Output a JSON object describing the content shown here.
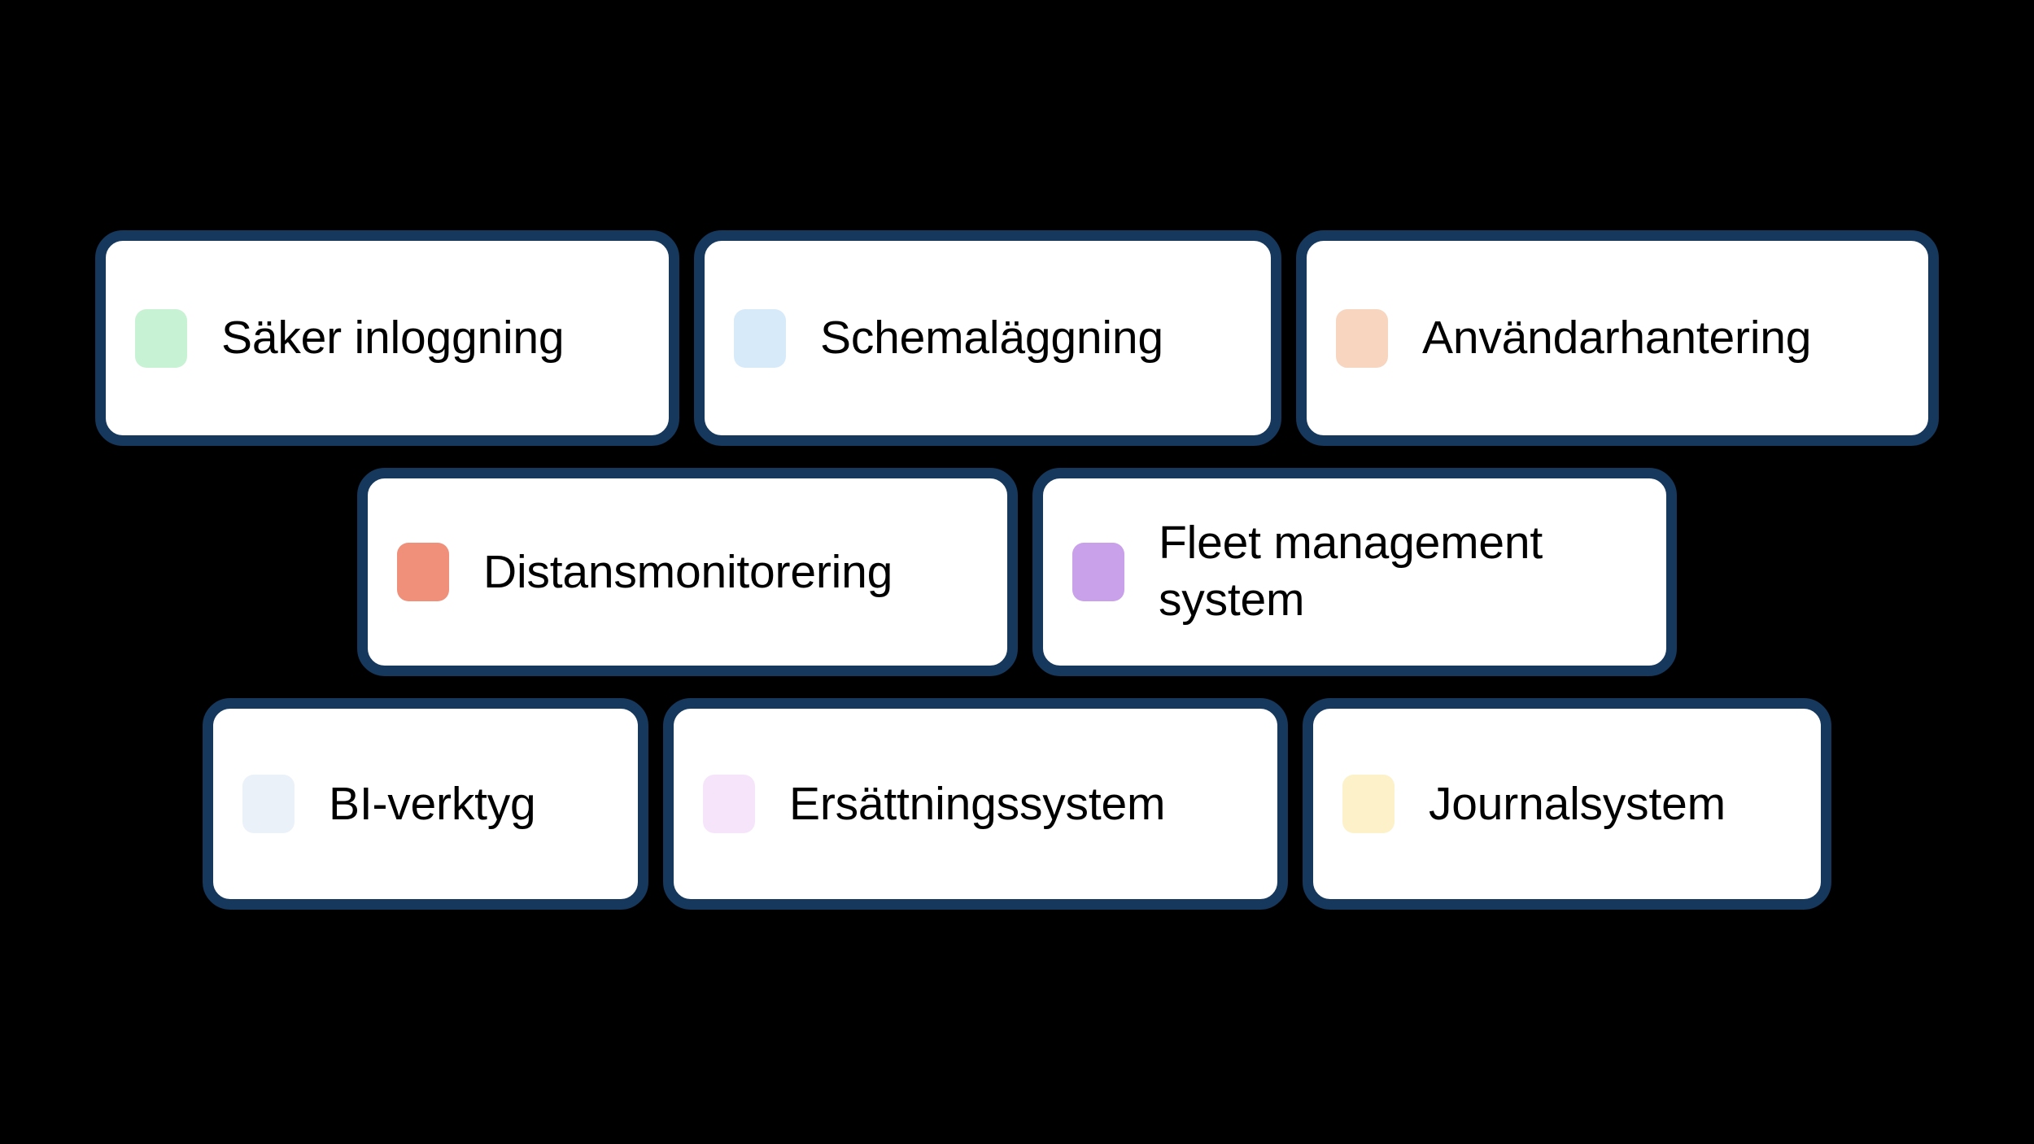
{
  "theme": {
    "background": "#000000",
    "card_background": "#FFFFFF",
    "card_border": "#16385C",
    "label_color": "#000000"
  },
  "diagram": {
    "type": "card-grid",
    "rows": [
      {
        "row_index": 1,
        "cards": [
          {
            "label": "Säker inloggning",
            "swatch_color": "#C8F2D4",
            "swatch_name": "green-swatch"
          },
          {
            "label": "Schemaläggning",
            "swatch_color": "#D6EAFA",
            "swatch_name": "light-blue-swatch"
          },
          {
            "label": "Användarhantering",
            "swatch_color": "#F7D5BE",
            "swatch_name": "peach-swatch"
          }
        ]
      },
      {
        "row_index": 2,
        "cards": [
          {
            "label": "Distansmonitorering",
            "swatch_color": "#F0907A",
            "swatch_name": "coral-swatch"
          },
          {
            "label": "Fleet management\nsystem",
            "swatch_color": "#C9A0EA",
            "swatch_name": "purple-swatch"
          }
        ]
      },
      {
        "row_index": 3,
        "cards": [
          {
            "label": "BI-verktyg",
            "swatch_color": "#EAF1F8",
            "swatch_name": "pale-blue-swatch"
          },
          {
            "label": "Ersättningssystem",
            "swatch_color": "#F6E5FA",
            "swatch_name": "lavender-swatch"
          },
          {
            "label": "Journalsystem",
            "swatch_color": "#FCF1C8",
            "swatch_name": "pale-yellow-swatch"
          }
        ]
      }
    ]
  }
}
